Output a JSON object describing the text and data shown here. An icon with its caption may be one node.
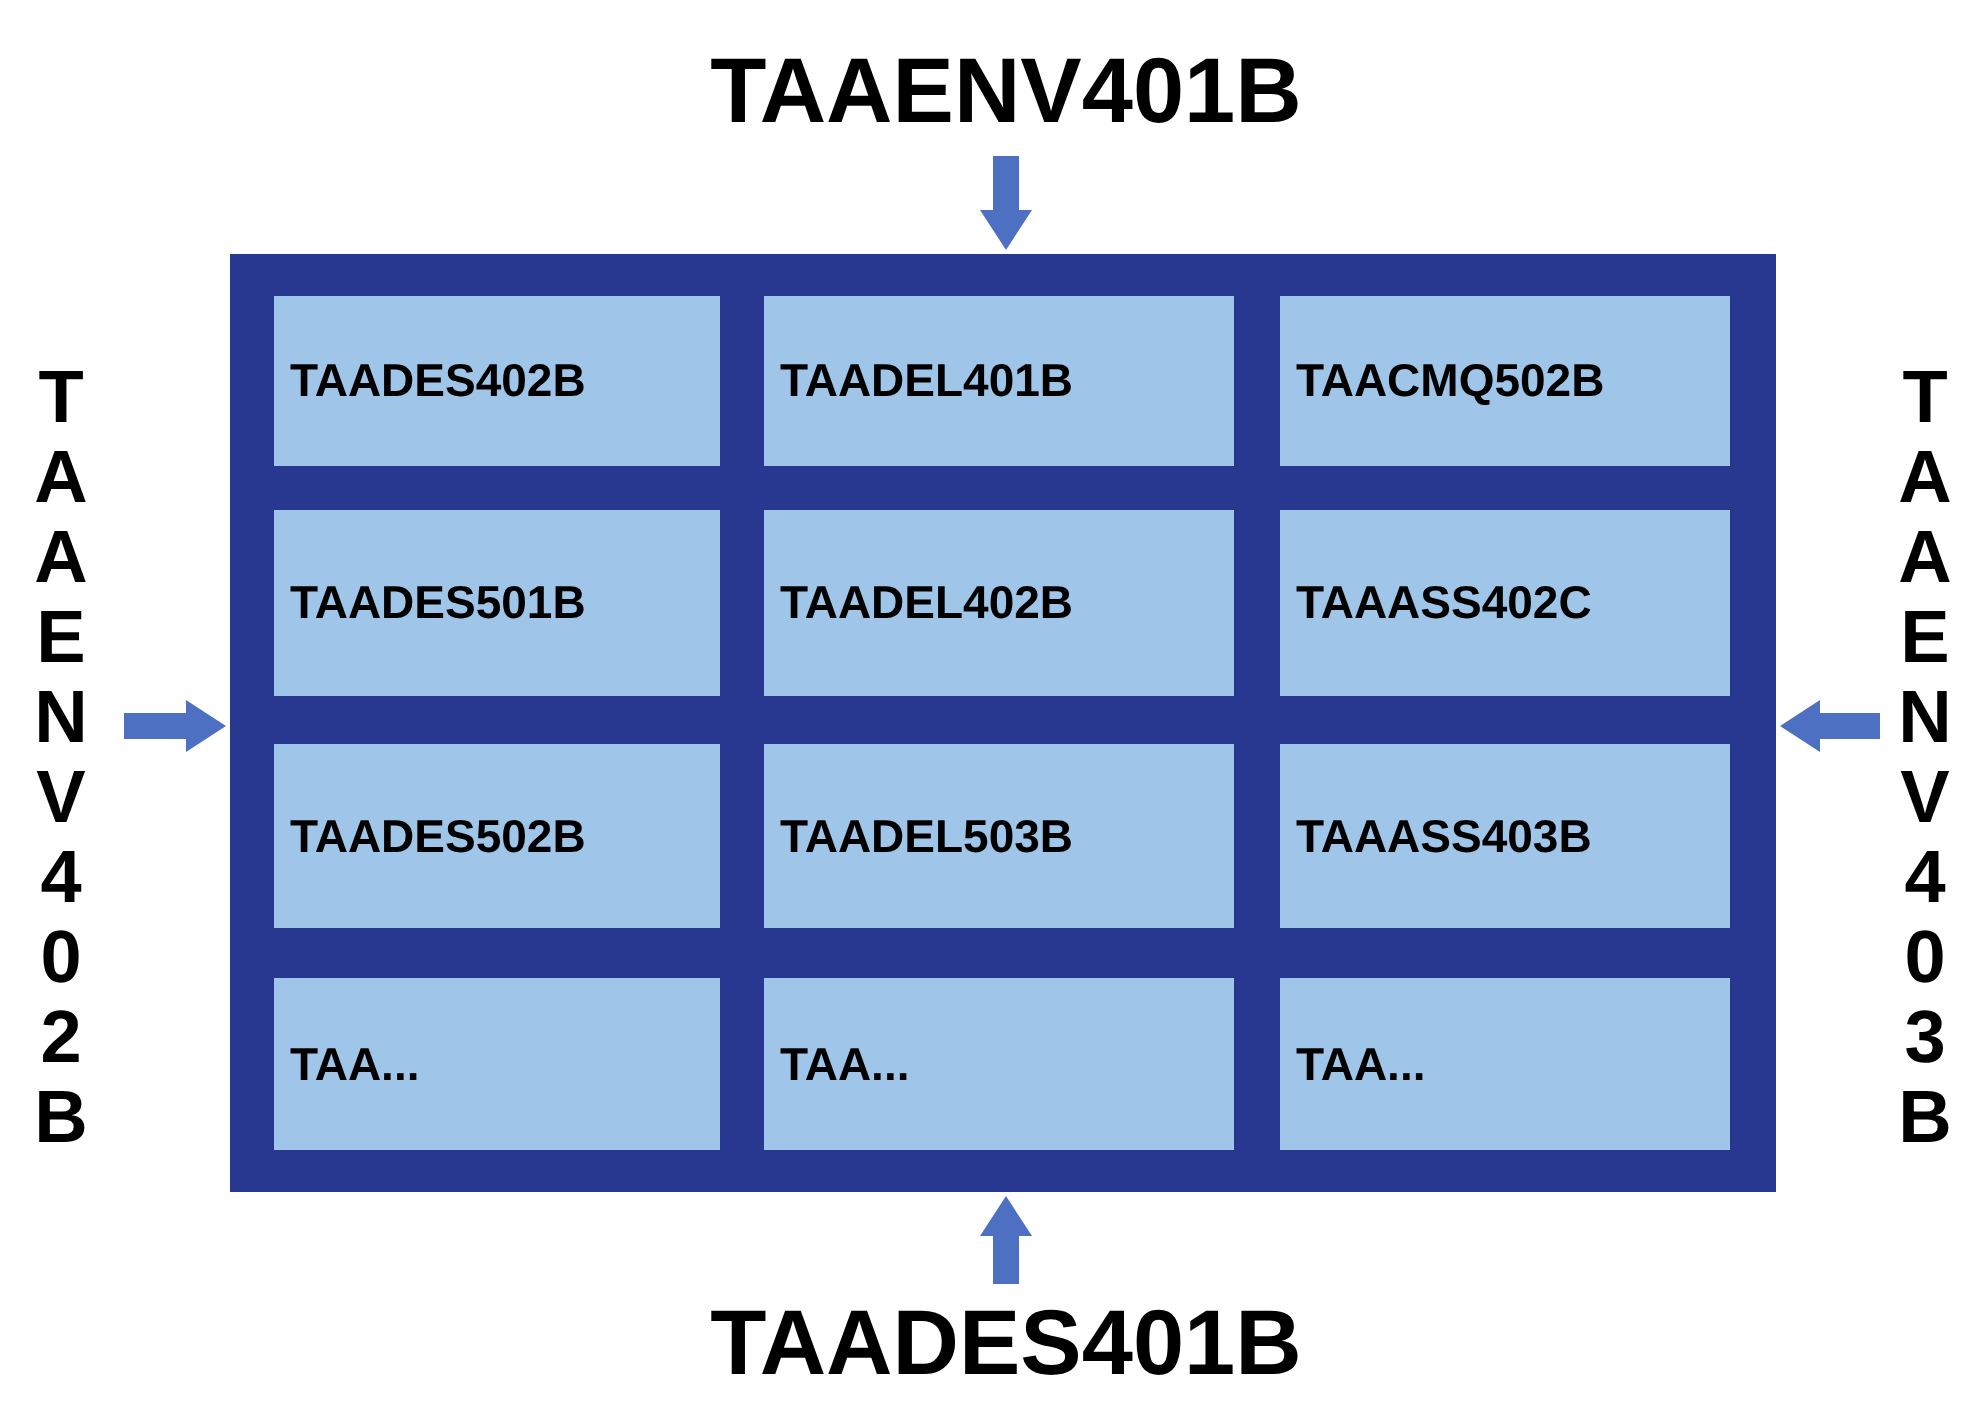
{
  "diagram": {
    "nodes": [
      {
        "text": [
          "TAAENV401B"
        ]
      },
      {
        "text": [
          "TAAENV402B"
        ]
      },
      {
        "text": [],
        "shape": "box"
      },
      {
        "text": [
          "TAADES402B"
        ],
        "in": 2
      },
      {
        "text": [
          "TAADEL401B"
        ],
        "in": 2
      },
      {
        "text": [
          "TAACMQ502B"
        ],
        "in": 2
      },
      {
        "text": [
          "TAADES501B"
        ],
        "in": 2
      },
      {
        "text": [
          "TAADEL402B"
        ],
        "in": 2
      },
      {
        "text": [
          "TAAASS402C"
        ],
        "in": 2
      },
      {
        "text": [
          "TAADES502B"
        ],
        "in": 2
      },
      {
        "text": [
          "TAADEL503B"
        ],
        "in": 2
      },
      {
        "text": [
          "TAAASS403B"
        ],
        "in": 2
      },
      {
        "text": [
          "TAA..."
        ],
        "in": 2
      },
      {
        "text": [
          "TAA..."
        ],
        "in": 2
      },
      {
        "text": [
          "TAA..."
        ],
        "in": 2
      },
      {
        "text": [
          "TAAENV403B"
        ]
      },
      {
        "text": [
          "TAADES401B"
        ]
      }
    ],
    "edges": [
      {
        "from": 0,
        "to": 2,
        "arrow": "to"
      },
      {
        "from": 1,
        "to": 2,
        "arrow": "to"
      },
      {
        "from": 15,
        "to": 2,
        "arrow": "to"
      },
      {
        "from": 16,
        "to": 2,
        "arrow": "to"
      }
    ]
  }
}
